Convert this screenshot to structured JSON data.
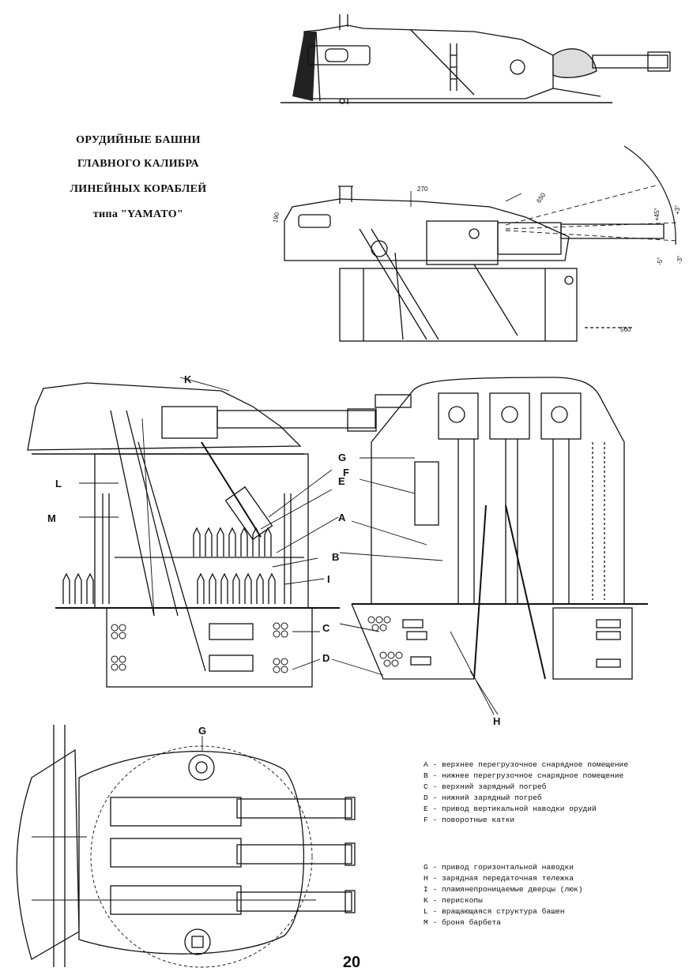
{
  "title": {
    "line1": "ОРУДИЙНЫЕ БАШНИ",
    "line2": "ГЛАВНОГО КАЛИБРА",
    "line3": "ЛИНЕЙНЫХ КОРАБЛЕЙ",
    "line4": "типа \"YAMATO\""
  },
  "dimensions": {
    "d270": "270",
    "d190": "190",
    "d650": "650",
    "d560": "560",
    "a_plus45": "+45°",
    "a_plus3": "+3°",
    "a_minus5": "-5°",
    "a_minus3": "-3°"
  },
  "callouts": {
    "K": "K",
    "L": "L",
    "M": "M",
    "E": "E",
    "A": "A",
    "B": "B",
    "I": "I",
    "C": "C",
    "D": "D",
    "G": "G",
    "F": "F",
    "H": "H",
    "G2": "G"
  },
  "legend": [
    "A - верхнее перегрузочное снарядное помещение",
    "B - нижнее перегрузочное снарядное помещение",
    "C - верхний зарядный погреб",
    "D - нижний зарядный погреб",
    "E - привод вертикальной наводки орудий",
    "F - поворотные катки",
    "G - привод горизонтальной наводки",
    "H - зарядная передаточная тележка",
    "I - пламянепроницаемые дверцы (люк)",
    "K - перископы",
    "L - вращающаяся структура башен",
    "M - броня барбета"
  ],
  "page_number": "20"
}
